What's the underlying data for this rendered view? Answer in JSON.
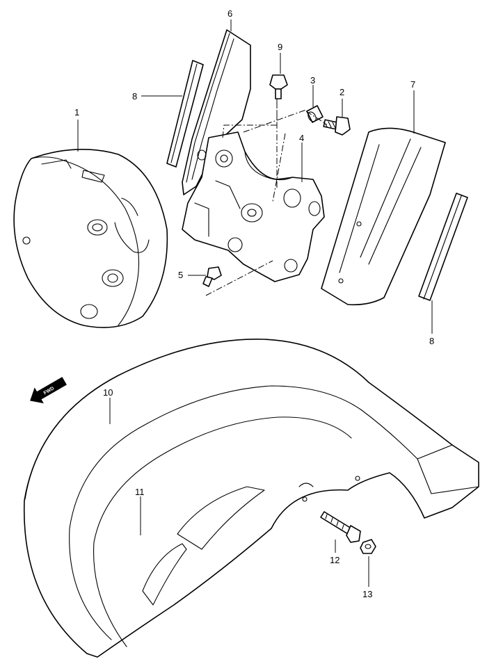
{
  "diagram": {
    "callouts": [
      {
        "id": "1",
        "label": "1"
      },
      {
        "id": "2",
        "label": "2"
      },
      {
        "id": "3",
        "label": "3"
      },
      {
        "id": "4",
        "label": "4"
      },
      {
        "id": "5",
        "label": "5"
      },
      {
        "id": "6",
        "label": "6"
      },
      {
        "id": "7",
        "label": "7"
      },
      {
        "id": "8a",
        "label": "8"
      },
      {
        "id": "8b",
        "label": "8"
      },
      {
        "id": "9",
        "label": "9"
      },
      {
        "id": "10",
        "label": "10"
      },
      {
        "id": "11",
        "label": "11"
      },
      {
        "id": "12",
        "label": "12"
      },
      {
        "id": "13",
        "label": "13"
      }
    ],
    "direction_badge": {
      "text": "FWD",
      "icon": "fwd-arrow-icon"
    }
  }
}
